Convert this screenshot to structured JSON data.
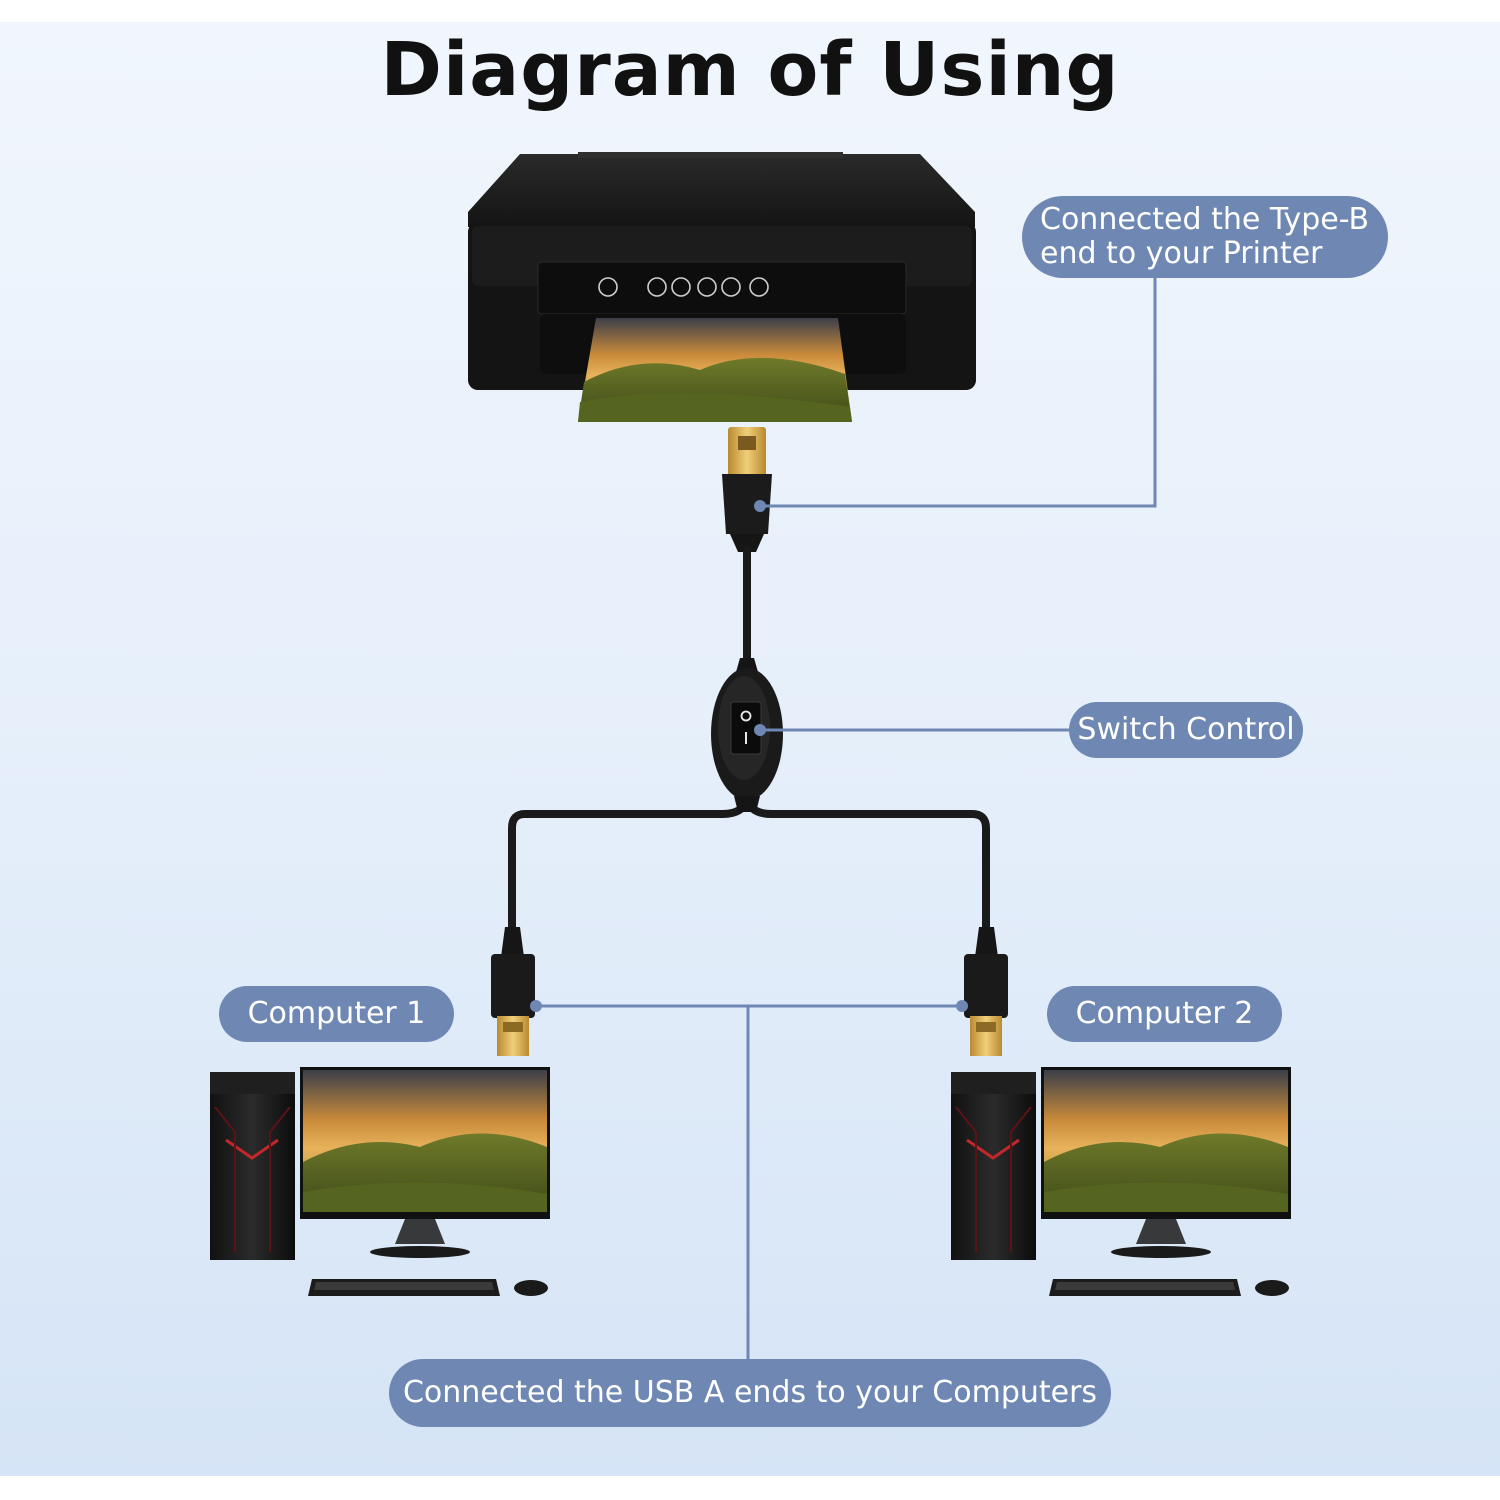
{
  "title": "Diagram of Using",
  "callouts": {
    "printer": "Connected the Type-B\nend to your Printer",
    "switch": "Switch Control",
    "computers": "Connected the USB A ends to your Computers"
  },
  "labels": {
    "computer_1": "Computer 1",
    "computer_2": "Computer 2"
  },
  "colors": {
    "pill": "#6e87b3",
    "leader_line": "#6e87b3",
    "cable": "#1a1a1a",
    "gold": "#c9a24b",
    "background": "#e4eefa"
  },
  "icons": [
    "printer-icon",
    "usb-b-connector-icon",
    "switch-icon",
    "usb-a-connector-icon",
    "computer-tower-icon",
    "monitor-icon",
    "keyboard-icon",
    "mouse-icon"
  ]
}
